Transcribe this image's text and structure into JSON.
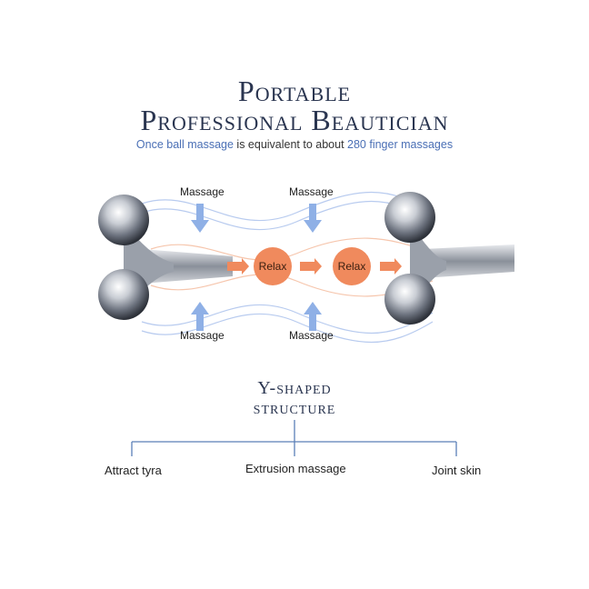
{
  "header": {
    "title_line1": "Portable",
    "title_line2": "Professional Beautician",
    "subtitle_part1": "Once ball massage",
    "subtitle_part2": " is equivalent to about ",
    "subtitle_part3": "280 finger massages"
  },
  "diagram": {
    "massage_labels": [
      "Massage",
      "Massage",
      "Massage",
      "Massage"
    ],
    "relax_labels": [
      "Relax",
      "Relax"
    ],
    "accent_color": "#f08a5d",
    "arrow_color": "#8fb0e6"
  },
  "structure": {
    "title_line1": "Y-shaped",
    "title_line2": "structure",
    "branches": [
      "Attract tyra",
      "Extrusion massage",
      "Joint skin"
    ],
    "line_color": "#5b7fb8"
  }
}
